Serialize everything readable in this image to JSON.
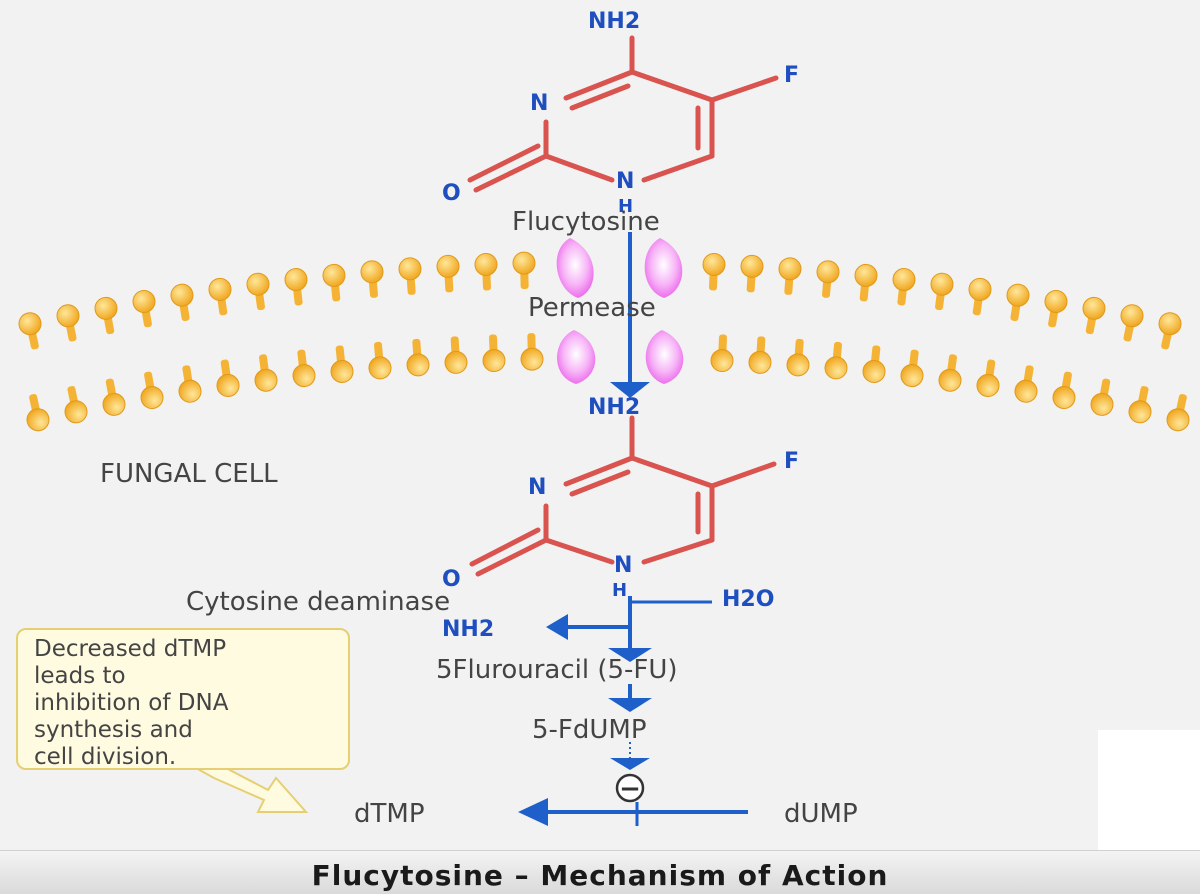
{
  "colors": {
    "background": "#f2f2f2",
    "bond": "#d9534f",
    "atom": "#1f4fbf",
    "arrow": "#1f5fc9",
    "lipid": "#f5b335",
    "permease": "#f06df0",
    "callout_fill": "#fffbe0",
    "callout_border": "#e6cf73"
  },
  "molecule_top": {
    "name": "Flucytosine",
    "atoms": {
      "nh2": "NH2",
      "f": "F",
      "n3": "N",
      "n1": "N",
      "h": "H",
      "o": "O"
    }
  },
  "membrane": {
    "transporter": "Permease"
  },
  "molecule_inner": {
    "atoms": {
      "nh2": "NH2",
      "f": "F",
      "n3": "N",
      "n1": "N",
      "h": "H",
      "o": "O"
    }
  },
  "cell_label": "FUNGAL CELL",
  "pathway": {
    "enzyme": "Cytosine deaminase",
    "water": "H2O",
    "released": "NH2",
    "product1": "5Flurouracil (5-FU)",
    "product2": "5-FdUMP",
    "inhibition_symbol": "−",
    "dtmp": "dTMP",
    "dump": "dUMP"
  },
  "callout": {
    "lines": [
      "Decreased dTMP",
      "leads to",
      "inhibition of DNA",
      "synthesis and",
      "cell division."
    ]
  },
  "footer": {
    "title": "Flucytosine – Mechanism of Action"
  }
}
